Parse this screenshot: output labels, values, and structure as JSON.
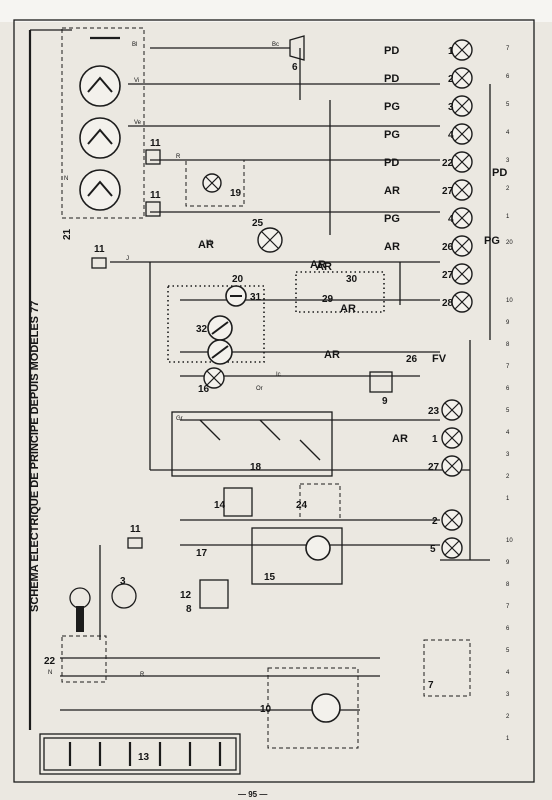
{
  "page": {
    "title": "SCHEMA ELECTRIQUE DE PRINCIPE DEPUIS MODELES 77",
    "page_number": "— 95 —"
  },
  "lamp_groups": [
    {
      "label": "PD",
      "number": "1"
    },
    {
      "label": "PD",
      "number": "2"
    },
    {
      "label": "PG",
      "number": "3"
    },
    {
      "label": "PG",
      "number": "4"
    },
    {
      "label": "PD",
      "number": "22"
    },
    {
      "label": "AR",
      "number": "27"
    },
    {
      "label": "PG",
      "number": "4"
    },
    {
      "label": "AR",
      "number": "26"
    },
    {
      "label": "AR",
      "number": "27"
    },
    {
      "label": "AR",
      "number": "28"
    }
  ],
  "right_labels": {
    "pd": "PD",
    "pg": "PG"
  },
  "mid_labels": {
    "ar1": "AR",
    "ar2": "AR",
    "ar3": "AR",
    "ar4": "AR",
    "fv": "FV"
  },
  "component_numbers": {
    "c21": "21",
    "c19": "19",
    "c6": "6",
    "c11a": "11",
    "c11b": "11",
    "c11c": "11",
    "c11d": "11",
    "c25": "25",
    "c20": "20",
    "c31": "31",
    "c30": "30",
    "c29": "29",
    "c32": "32",
    "c16": "16",
    "c9": "9",
    "c26": "26",
    "c18": "18",
    "c23": "23",
    "c1": "1",
    "c27": "27",
    "c14": "14",
    "c24": "24",
    "c17": "17",
    "c15": "15",
    "c12": "12",
    "c8": "8",
    "c3": "3",
    "c22": "22",
    "c10": "10",
    "c7": "7",
    "c13": "13",
    "c5": "5",
    "c2": "2"
  },
  "wire_codes": {
    "n": "N",
    "bl": "Bl",
    "bc": "Bc",
    "r": "R",
    "j": "J",
    "vi": "Vi",
    "ve": "Ve",
    "mr": "Mr",
    "gr": "Gr",
    "ic": "Ic",
    "or": "Or"
  },
  "edge_scale": [
    "1",
    "2",
    "3",
    "4",
    "5",
    "6",
    "7",
    "8",
    "9",
    "10",
    "1",
    "2",
    "3",
    "4",
    "5",
    "6",
    "7",
    "8",
    "9",
    "10",
    "20",
    "1",
    "2",
    "3",
    "4",
    "5",
    "6",
    "7"
  ],
  "colors": {
    "ink": "#1c1c1c",
    "paper": "#ebe8e1"
  }
}
